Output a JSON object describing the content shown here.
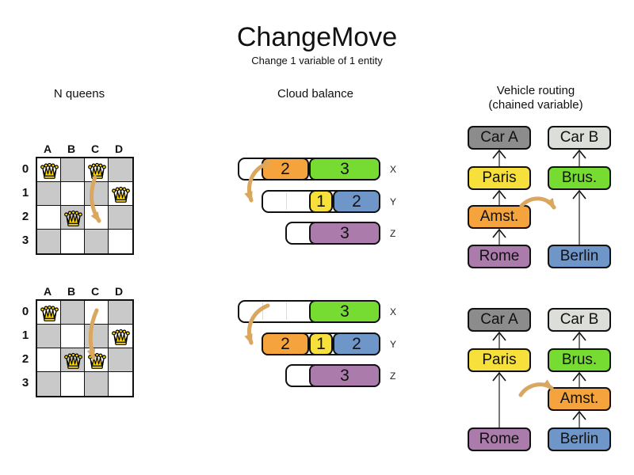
{
  "title": "ChangeMove",
  "subtitle": "Change 1 variable of 1 entity",
  "columns": {
    "nqueens_header": "N queens",
    "cloud_header": "Cloud balance",
    "vehicle_header": "Vehicle routing",
    "vehicle_subheader": "(chained variable)"
  },
  "colors": {
    "orange": "#F5A33C",
    "green": "#77DC32",
    "yellow": "#F7E03C",
    "blue": "#6E96C8",
    "purple": "#AB7BAB",
    "car_a": "#8C8C8C",
    "car_b": "#DCDEDA",
    "board_gray": "#C9C9C9",
    "queen_gold": "#FFD700",
    "move_arrow": "#D9A760"
  },
  "nqueens": {
    "col_labels": [
      "A",
      "B",
      "C",
      "D"
    ],
    "row_labels": [
      "0",
      "1",
      "2",
      "3"
    ],
    "boards": [
      {
        "queens": [
          {
            "col": 0,
            "row": 0
          },
          {
            "col": 2,
            "row": 0
          },
          {
            "col": 3,
            "row": 1
          },
          {
            "col": 1,
            "row": 2
          }
        ],
        "move_arrow": {
          "from": "C0",
          "to": "C2"
        }
      },
      {
        "queens": [
          {
            "col": 0,
            "row": 0
          },
          {
            "col": 3,
            "row": 1
          },
          {
            "col": 1,
            "row": 2
          },
          {
            "col": 2,
            "row": 2
          }
        ],
        "move_arrow": {
          "from": "C0",
          "to": "C2"
        }
      }
    ]
  },
  "cloud": {
    "states": [
      {
        "rows": [
          {
            "label": "X",
            "capacity": 6,
            "empty": 1,
            "blocks": [
              {
                "value": "2",
                "color": "orange"
              },
              {
                "value": "3",
                "color": "green"
              }
            ]
          },
          {
            "label": "Y",
            "capacity": 5,
            "empty": 2,
            "blocks": [
              {
                "value": "1",
                "color": "yellow"
              },
              {
                "value": "2",
                "color": "blue"
              }
            ]
          },
          {
            "label": "Z",
            "capacity": 4,
            "empty": 1,
            "blocks": [
              {
                "value": "3",
                "color": "purple"
              }
            ]
          }
        ]
      },
      {
        "rows": [
          {
            "label": "X",
            "capacity": 6,
            "empty": 3,
            "blocks": [
              {
                "value": "3",
                "color": "green"
              }
            ]
          },
          {
            "label": "Y",
            "capacity": 5,
            "empty": 0,
            "blocks": [
              {
                "value": "2",
                "color": "orange"
              },
              {
                "value": "1",
                "color": "yellow"
              },
              {
                "value": "2",
                "color": "blue"
              }
            ]
          },
          {
            "label": "Z",
            "capacity": 4,
            "empty": 1,
            "blocks": [
              {
                "value": "3",
                "color": "purple"
              }
            ]
          }
        ]
      }
    ],
    "move_arrow": {
      "process": "2",
      "from": "X",
      "to": "Y"
    }
  },
  "vehicle": {
    "states": [
      {
        "left": [
          {
            "label": "Car A",
            "level": 0,
            "color": "car_a"
          },
          {
            "label": "Paris",
            "level": 1,
            "color": "yellow"
          },
          {
            "label": "Amst.",
            "level": 2,
            "color": "orange"
          },
          {
            "label": "Rome",
            "level": 3,
            "color": "purple"
          }
        ],
        "right": [
          {
            "label": "Car B",
            "level": 0,
            "color": "car_b"
          },
          {
            "label": "Brus.",
            "level": 1,
            "color": "green"
          },
          {
            "label": "Berlin",
            "level": 3,
            "color": "blue"
          }
        ]
      },
      {
        "left": [
          {
            "label": "Car A",
            "level": 0,
            "color": "car_a"
          },
          {
            "label": "Paris",
            "level": 1,
            "color": "yellow"
          },
          {
            "label": "Rome",
            "level": 3,
            "color": "purple"
          }
        ],
        "right": [
          {
            "label": "Car B",
            "level": 0,
            "color": "car_b"
          },
          {
            "label": "Brus.",
            "level": 1,
            "color": "green"
          },
          {
            "label": "Amst.",
            "level": 2,
            "color": "orange"
          },
          {
            "label": "Berlin",
            "level": 3,
            "color": "blue"
          }
        ]
      }
    ],
    "move_arrow": {
      "entity": "Amst.",
      "from_chain": "Car A",
      "to_chain": "Car B"
    }
  }
}
